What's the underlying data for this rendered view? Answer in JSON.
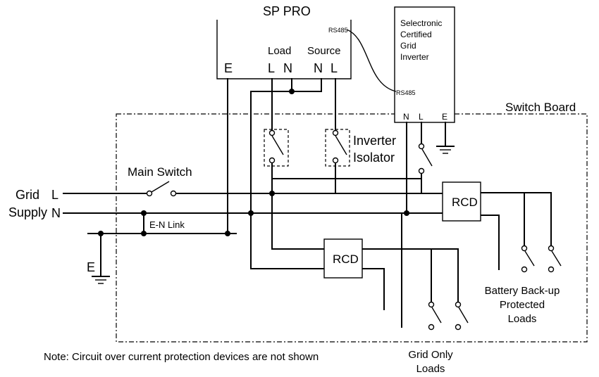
{
  "sp_pro": {
    "title": "SP PRO",
    "rs485": "RS485",
    "earth": "E",
    "load_label": "Load",
    "source_label": "Source",
    "load_l": "L",
    "load_n": "N",
    "source_n": "N",
    "source_l": "L"
  },
  "grid_inverter": {
    "line1": "Selectronic",
    "line2": "Certified",
    "line3": "Grid",
    "line4": "Inverter",
    "rs485": "RS485",
    "n": "N",
    "l": "L",
    "e": "E"
  },
  "switch_board": "Switch Board",
  "inverter_isolator": {
    "line1": "Inverter",
    "line2": "Isolator"
  },
  "main_switch": "Main Switch",
  "grid_supply": {
    "line1": "Grid",
    "line2": "Supply",
    "l": "L",
    "n": "N"
  },
  "en_link": "E-N Link",
  "earth": "E",
  "rcd_upper": "RCD",
  "rcd_lower": "RCD",
  "backup_loads": {
    "line1": "Battery Back-up",
    "line2": "Protected",
    "line3": "Loads"
  },
  "grid_only_loads": {
    "line1": "Grid Only",
    "line2": "Loads"
  },
  "note": "Note: Circuit over current protection devices are not shown"
}
